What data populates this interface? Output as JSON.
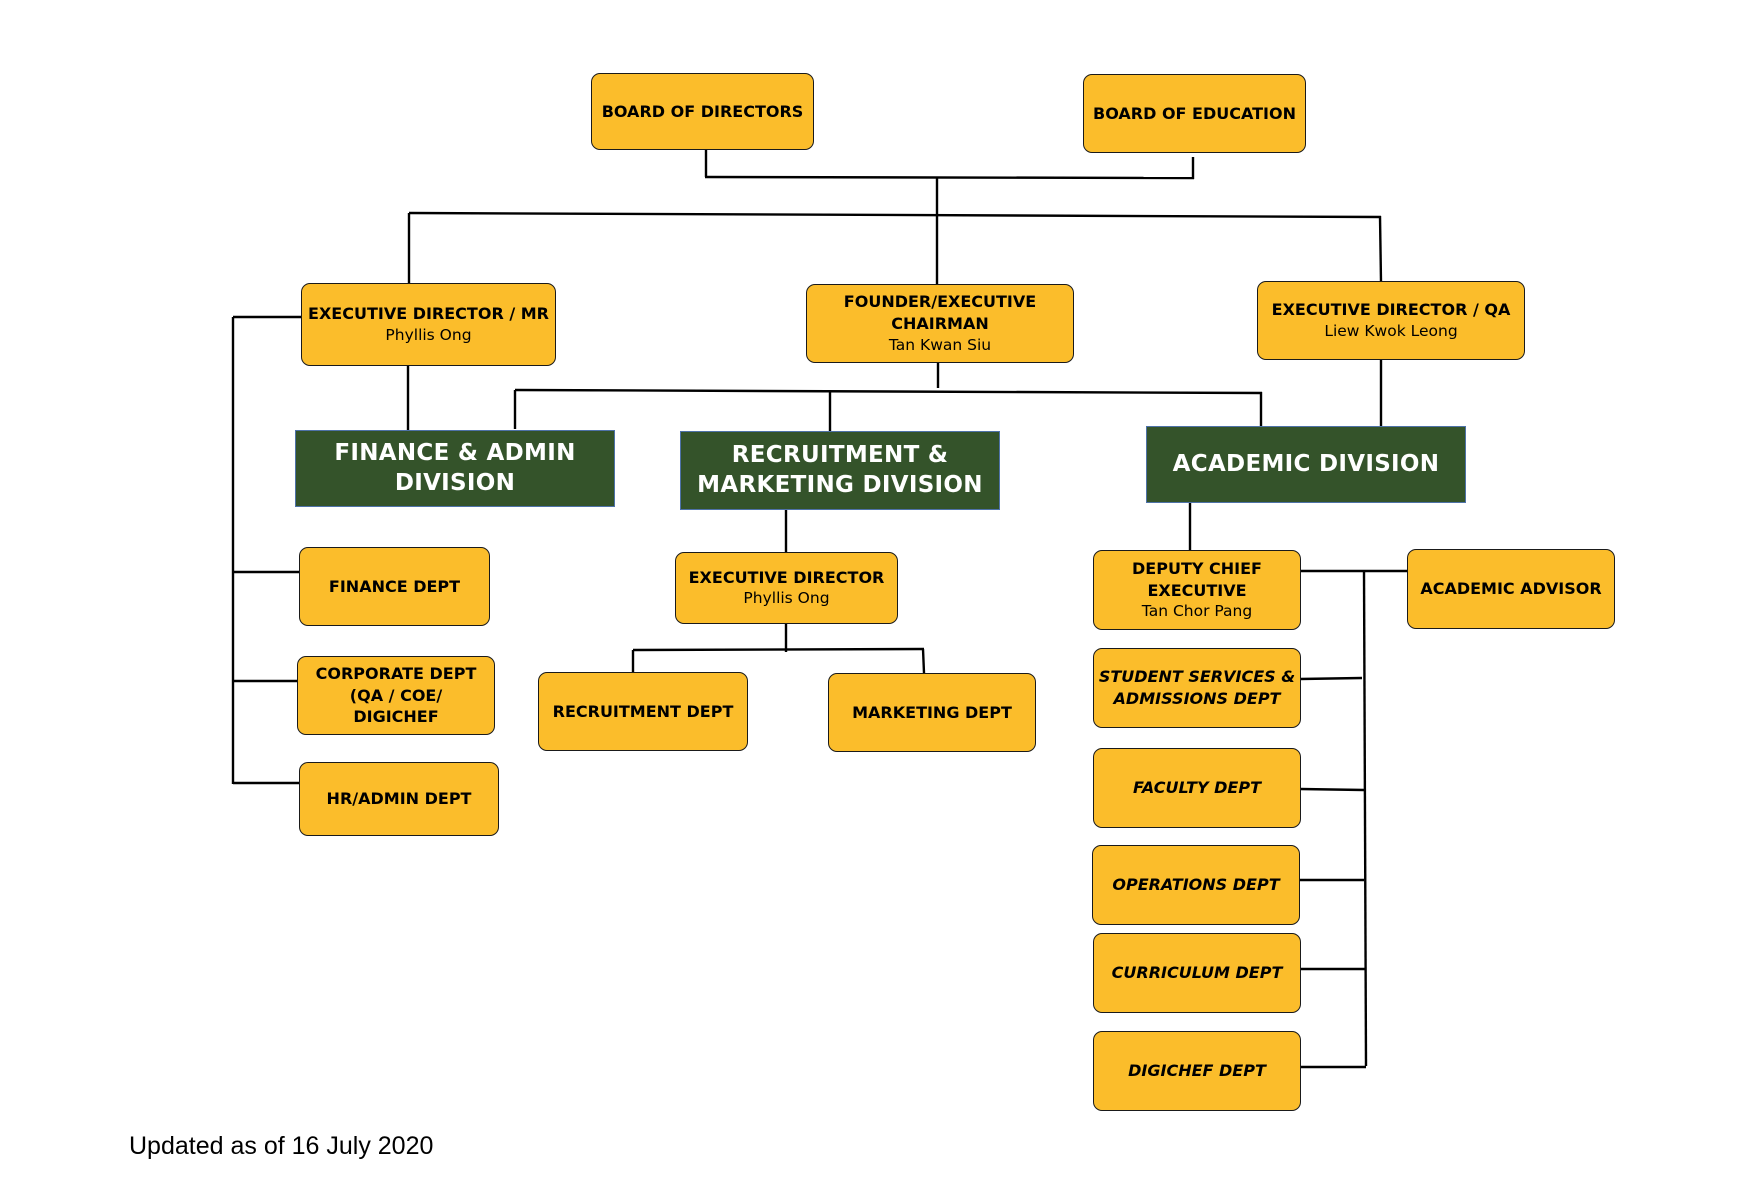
{
  "colors": {
    "box_fill": "#FBBD2B",
    "division_fill": "#34532A",
    "division_border": "#4E72A8",
    "connector": "#000000"
  },
  "board_directors": {
    "title": "BOARD OF DIRECTORS"
  },
  "board_education": {
    "title": "BOARD OF EDUCATION"
  },
  "exec_mr": {
    "title": "EXECUTIVE DIRECTOR / MR",
    "name": "Phyllis Ong"
  },
  "founder": {
    "title_line1": "FOUNDER/EXECUTIVE",
    "title_line2": "CHAIRMAN",
    "name": "Tan Kwan Siu"
  },
  "exec_qa": {
    "title": "EXECUTIVE DIRECTOR / QA",
    "name": "Liew Kwok Leong"
  },
  "finance_division": {
    "line1": "FINANCE & ADMIN",
    "line2": "DIVISION"
  },
  "recruitment_division": {
    "line1": "RECRUITMENT  &",
    "line2": "MARKETING DIVISION"
  },
  "academic_division": {
    "title": "ACADEMIC DIVISION"
  },
  "finance_depts": [
    {
      "lines": [
        "FINANCE DEPT"
      ]
    },
    {
      "lines": [
        "CORPORATE  DEPT",
        "(QA / COE/",
        "DIGICHEF"
      ]
    },
    {
      "lines": [
        "HR/ADMIN DEPT"
      ]
    }
  ],
  "exec_director_rm": {
    "title": "EXECUTIVE DIRECTOR",
    "name": "Phyllis Ong"
  },
  "recruitment_dept": {
    "title": "RECRUITMENT DEPT"
  },
  "marketing_dept": {
    "title": "MARKETING DEPT"
  },
  "deputy_chief": {
    "title_line1": "DEPUTY CHIEF",
    "title_line2": "EXECUTIVE",
    "name": "Tan Chor Pang"
  },
  "academic_advisor": {
    "title": "ACADEMIC ADVISOR"
  },
  "academic_depts": [
    {
      "lines": [
        "STUDENT SERVICES &",
        "ADMISSIONS DEPT"
      ]
    },
    {
      "lines": [
        "FACULTY DEPT"
      ]
    },
    {
      "lines": [
        "OPERATIONS DEPT"
      ]
    },
    {
      "lines": [
        "CURRICULUM DEPT"
      ]
    },
    {
      "lines": [
        "DIGICHEF DEPT"
      ]
    }
  ],
  "footer": {
    "text": "Updated as of 16 July 2020"
  }
}
